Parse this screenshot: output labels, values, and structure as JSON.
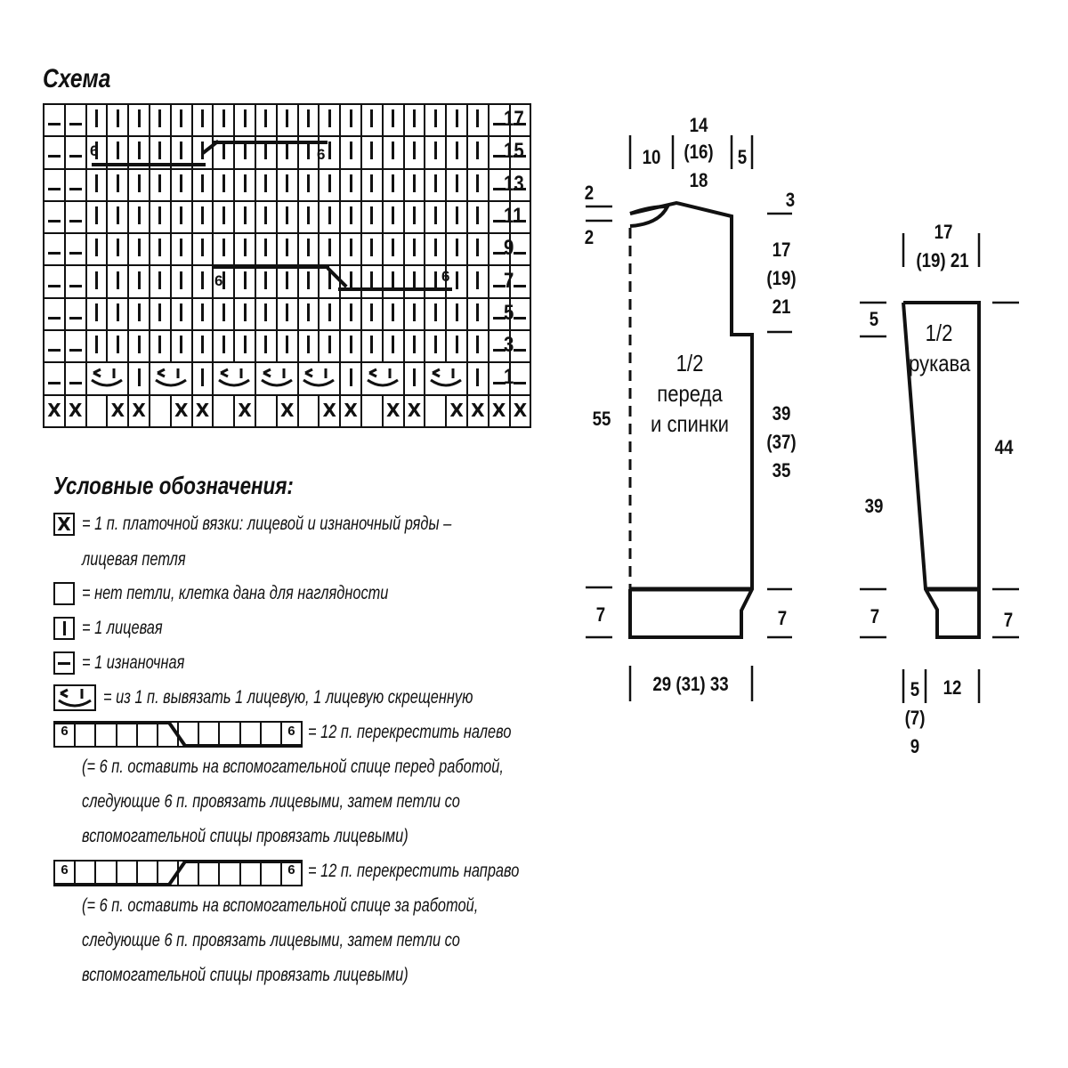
{
  "schema": {
    "title": "Схема",
    "row_numbers": [
      "17",
      "15",
      "13",
      "11",
      "9",
      "7",
      "5",
      "3",
      "1"
    ],
    "cable_marks": [
      "6",
      "6",
      "6",
      "6"
    ]
  },
  "legend": {
    "title": "Условные обозначения:",
    "items": [
      {
        "symbol": "X",
        "text": "= 1 п. платочной вязки: лицевой и изнаночный ряды –",
        "text2": "лицевая петля"
      },
      {
        "symbol": "",
        "text": "= нет петли, клетка дана для наглядности"
      },
      {
        "symbol": "|",
        "text": "= 1 лицевая"
      },
      {
        "symbol": "–",
        "text": "= 1 изнаночная"
      },
      {
        "symbol": "inc",
        "text": "= из 1 п. вывязать 1 лицевую, 1 лицевую скрещенную"
      },
      {
        "symbol": "cable-left",
        "text": "= 12 п. перекрестить налево",
        "notes": [
          "(= 6 п. оставить на вспомогательной спице перед работой,",
          "следующие 6 п. провязать лицевыми, затем петли со",
          "вспомогательной спицы провязать лицевыми)"
        ]
      },
      {
        "symbol": "cable-right",
        "text": "= 12 п. перекрестить направо",
        "notes": [
          "(= 6 п. оставить на вспомогательной спице за работой,",
          "следующие 6 п. провязать лицевыми, затем петли со",
          "вспомогательной спицы провязать лицевыми)"
        ]
      }
    ],
    "cable_num": "6"
  },
  "body_piece": {
    "label_line1": "1/2",
    "label_line2": "переда",
    "label_line3": "и спинки",
    "dims": {
      "neck_left": "10",
      "neck_mid_1": "14",
      "neck_mid_2": "(16)",
      "neck_mid_3": "18",
      "shoulder": "5",
      "neck_depth_1": "2",
      "neck_depth_2": "2",
      "shoulder_slope": "3",
      "armhole_1": "17",
      "armhole_2": "(19)",
      "armhole_3": "21",
      "side_1": "39",
      "side_2": "(37)",
      "side_3": "35",
      "total_height": "55",
      "rib_left": "7",
      "rib_right": "7",
      "width": "29 (31) 33"
    }
  },
  "sleeve_piece": {
    "label_line1": "1/2",
    "label_line2": "рукава",
    "dims": {
      "top_1": "17",
      "top_2": "(19) 21",
      "cap": "5",
      "length_left": "39",
      "length_right": "44",
      "rib_left": "7",
      "rib_right": "7",
      "cuff_1": "5",
      "cuff_2": "(7)",
      "cuff_3": "9",
      "cuff_width": "12"
    }
  }
}
